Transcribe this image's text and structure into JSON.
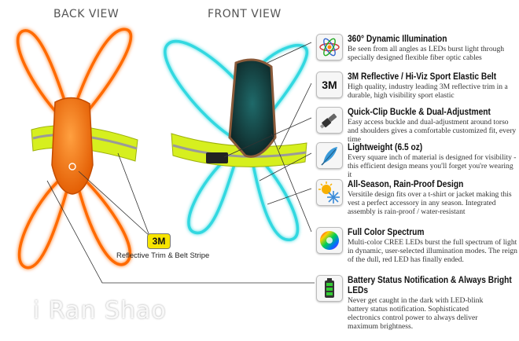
{
  "views": {
    "back": "BACK VIEW",
    "front": "FRONT VIEW"
  },
  "colors": {
    "orange_glow": "#ff6a00",
    "cyan_glow": "#30d8e0",
    "belt_yellow": "#d6ef1f",
    "logo_3m": "#f7e400"
  },
  "trim_label": {
    "badge": "3M",
    "caption": "Reflective Trim & Belt Stripe"
  },
  "features": [
    {
      "icon": "atom-icon",
      "title": "360° Dynamic Illumination",
      "desc": "Be seen from all angles as LEDs burst light through specially designed flexible fiber optic cables"
    },
    {
      "icon": "3m-logo-icon",
      "icon_text": "3M",
      "title": "3M Reflective / Hi-Viz Sport Elastic Belt",
      "desc": "High quality, industry leading 3M reflective trim in a durable, high visibility sport elastic"
    },
    {
      "icon": "buckle-icon",
      "title": "Quick-Clip Buckle & Dual-Adjustment",
      "desc": "Easy access buckle and dual-adjustment around torso and shoulders gives a comfortable customized fit, every time"
    },
    {
      "icon": "feather-icon",
      "title": "Lightweight (6.5 oz)",
      "desc": "Every square inch of material is designed for visibility - this efficient design means you'll forget you're wearing it"
    },
    {
      "icon": "sun-snowflake-icon",
      "title": "All-Season, Rain-Proof Design",
      "desc": "Versitile design fits over a t-shirt or jacket making this vest a perfect accessory in any season. Integrated assembly is rain-proof / water-resistant"
    },
    {
      "icon": "color-wheel-icon",
      "title": "Full Color Spectrum",
      "desc": "Multi-color CREE LEDs burst the full spectrum of light in dynamic, user-selected illumination modes. The reign of the dull, red LED has finally ended."
    },
    {
      "icon": "battery-icon",
      "title": "Battery Status Notification & Always Bright LEDs",
      "desc": "Never get caught in the dark with LED-blink battery status notification. Sophisticated electronics control power to always deliver maximum brightness."
    }
  ],
  "watermark": "i Ran Shao"
}
